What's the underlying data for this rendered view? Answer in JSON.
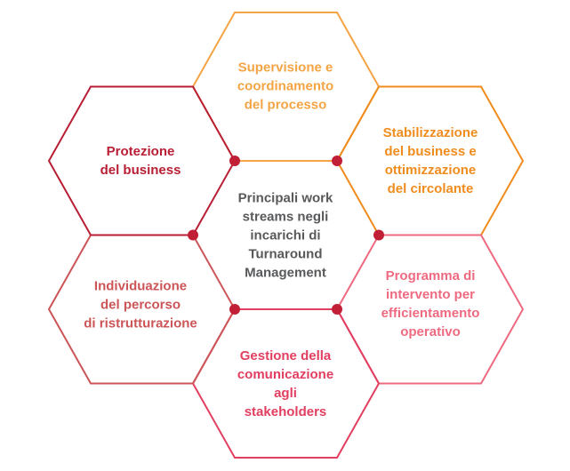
{
  "center": {
    "text": "Principali work\nstreams negli\nincarichi di\nTurnaround\nManagement",
    "color": "#58595b"
  },
  "hexagons": [
    {
      "id": "top",
      "text": "Supervisione e\ncoordinamento\ndel processo",
      "color": "#f4a444"
    },
    {
      "id": "top-right",
      "text": "Stabilizzazione\ndel business e\nottimizzazione\ndel circolante",
      "color": "#f08c1e"
    },
    {
      "id": "bottom-right",
      "text": "Programma di\nintervento per\nefficientamento\noperativo",
      "color": "#ee6a80"
    },
    {
      "id": "bottom",
      "text": "Gestione della\ncomunicazione\nagli\nstakeholders",
      "color": "#e23e60"
    },
    {
      "id": "bottom-left",
      "text": "Individuazione\ndel percorso\ndi ristrutturazione",
      "color": "#cc5558"
    },
    {
      "id": "top-left",
      "text": "Protezione\ndel business",
      "color": "#b81f35"
    }
  ],
  "dot_color": "#c01f35"
}
